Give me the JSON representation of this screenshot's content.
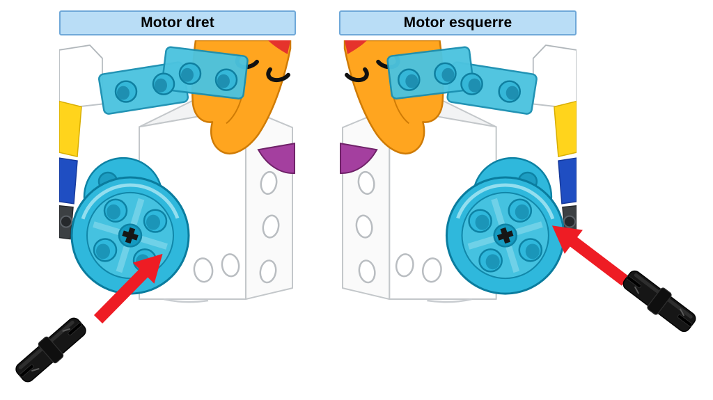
{
  "panels": [
    {
      "id": "motor-dret",
      "label": "Motor dret"
    },
    {
      "id": "motor-esquerre",
      "label": "Motor esquerre"
    }
  ],
  "annotations": {
    "arrows": [
      {
        "side": "left",
        "icon": "red-arrow-icon",
        "direction": "up-right",
        "target": "cyan motor hub"
      },
      {
        "side": "right",
        "icon": "red-arrow-icon",
        "direction": "up-left",
        "target": "cyan motor hub"
      }
    ],
    "pins": [
      {
        "side": "left",
        "icon": "technic-pin-icon"
      },
      {
        "side": "right",
        "icon": "technic-pin-icon"
      }
    ]
  },
  "colors": {
    "canvas-bg": "#ffffff",
    "header-bg": "#b9ddf6",
    "header-border": "#6fa8d8",
    "header-text": "#000000",
    "arrow-red": "#ee1c24",
    "lego-cyan": "#2fb8dc",
    "lego-cyan-beam": "#4cc3df",
    "lego-orange": "#ffa51f",
    "lego-orange-dark": "#cf7b05",
    "lego-yellow": "#ffd41c",
    "lego-blue": "#1f4ec2",
    "lego-purple": "#a43f9f",
    "lego-red": "#e5332c",
    "pin-black": "#161616"
  }
}
